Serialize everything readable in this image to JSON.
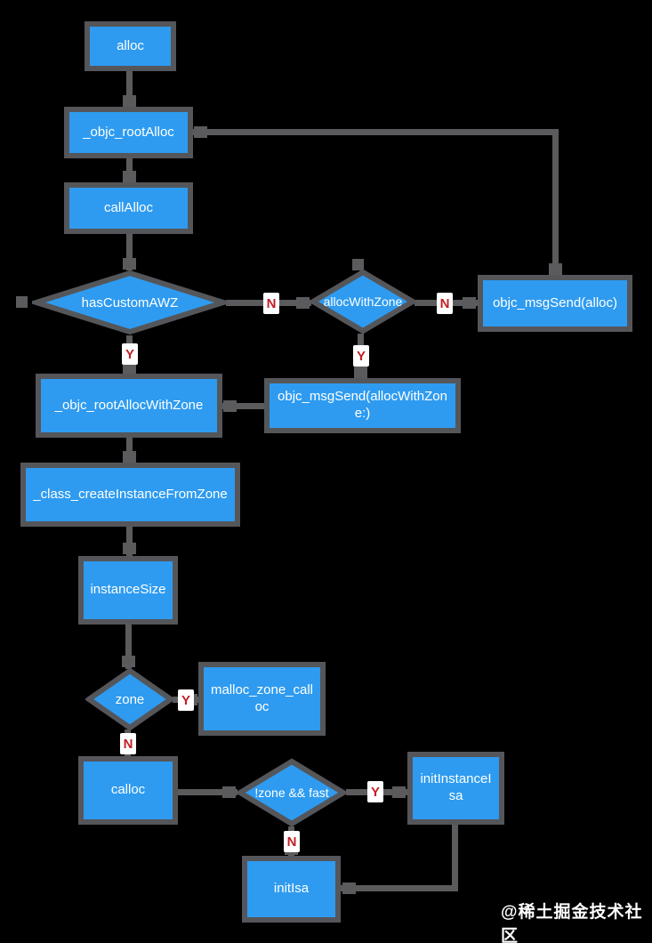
{
  "colors": {
    "background": "#000000",
    "node_fill": "#2E9BF0",
    "node_border": "#55565A",
    "edge": "#5B5B5D",
    "node_text": "#FFFFFF",
    "branch_label_text": "#C21F26",
    "branch_label_bg": "#FFFFFF"
  },
  "nodes": {
    "alloc": {
      "label": "alloc"
    },
    "objc_rootAlloc": {
      "label": "_objc_rootAlloc"
    },
    "callAlloc": {
      "label": "callAlloc"
    },
    "hasCustomAWZ": {
      "label": "hasCustomAWZ"
    },
    "allocWithZone": {
      "label": "allocWithZone"
    },
    "objc_msgSend_alloc": {
      "label": "objc_msgSend(alloc)"
    },
    "objc_rootAllocWithZone": {
      "label": "_objc_rootAllocWithZone"
    },
    "objc_msgSend_allocWithZone": {
      "label": "objc_msgSend(allocWithZone:)"
    },
    "class_createInstanceFromZone": {
      "label": "_class_createInstanceFromZone"
    },
    "instanceSize": {
      "label": "instanceSize"
    },
    "zone": {
      "label": "zone"
    },
    "malloc_zone_calloc": {
      "label": "malloc_zone_calloc"
    },
    "calloc": {
      "label": "calloc"
    },
    "not_zone_and_fast": {
      "label": "!zone && fast"
    },
    "initInstanceIsa": {
      "label": "initInstanceIsa"
    },
    "initIsa": {
      "label": "initIsa"
    }
  },
  "edge_labels": {
    "hasCustomAWZ_no": "N",
    "hasCustomAWZ_yes": "Y",
    "allocWithZone_no": "N",
    "allocWithZone_yes": "Y",
    "zone_yes": "Y",
    "zone_no": "N",
    "not_zone_and_fast_yes": "Y",
    "not_zone_and_fast_no": "N"
  },
  "watermark": {
    "text": "@稀土掘金技术社区"
  }
}
